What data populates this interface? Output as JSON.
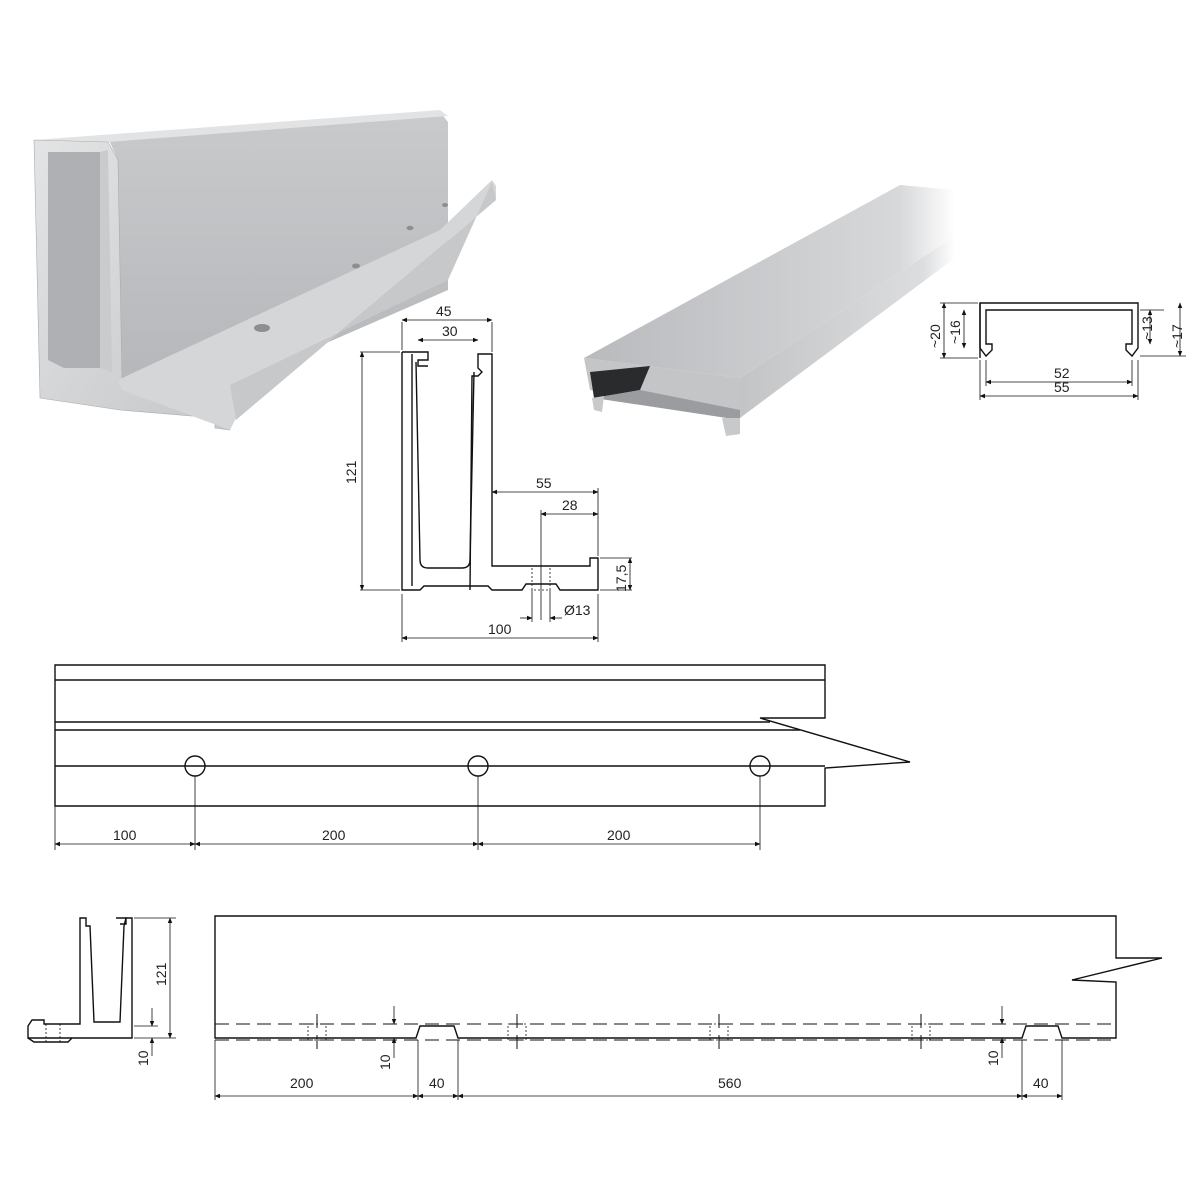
{
  "profile_section": {
    "top_width": "45",
    "inner_width": "30",
    "height": "121",
    "flange_width": "55",
    "hole_offset": "28",
    "flange_height": "17,5",
    "hole_diameter": "Ø13",
    "total_width": "100"
  },
  "cap_section": {
    "outer_height": "~20",
    "inner_height": "~16",
    "right_inner_height": "~13",
    "right_outer_height": "~17",
    "inner_width": "52",
    "outer_width": "55"
  },
  "top_view": {
    "spacing_1": "100",
    "spacing_2": "200",
    "spacing_3": "200"
  },
  "small_section": {
    "height": "121",
    "base": "10"
  },
  "side_view": {
    "spacing_1": "200",
    "gap_1": "40",
    "spacing_2": "560",
    "gap_2": "40",
    "depth_left": "10",
    "depth_right": "10"
  },
  "colors": {
    "aluminium_light": "#d9dadb",
    "aluminium_mid": "#bfc1c3",
    "aluminium_dark": "#9ea0a3",
    "line": "#111111"
  }
}
